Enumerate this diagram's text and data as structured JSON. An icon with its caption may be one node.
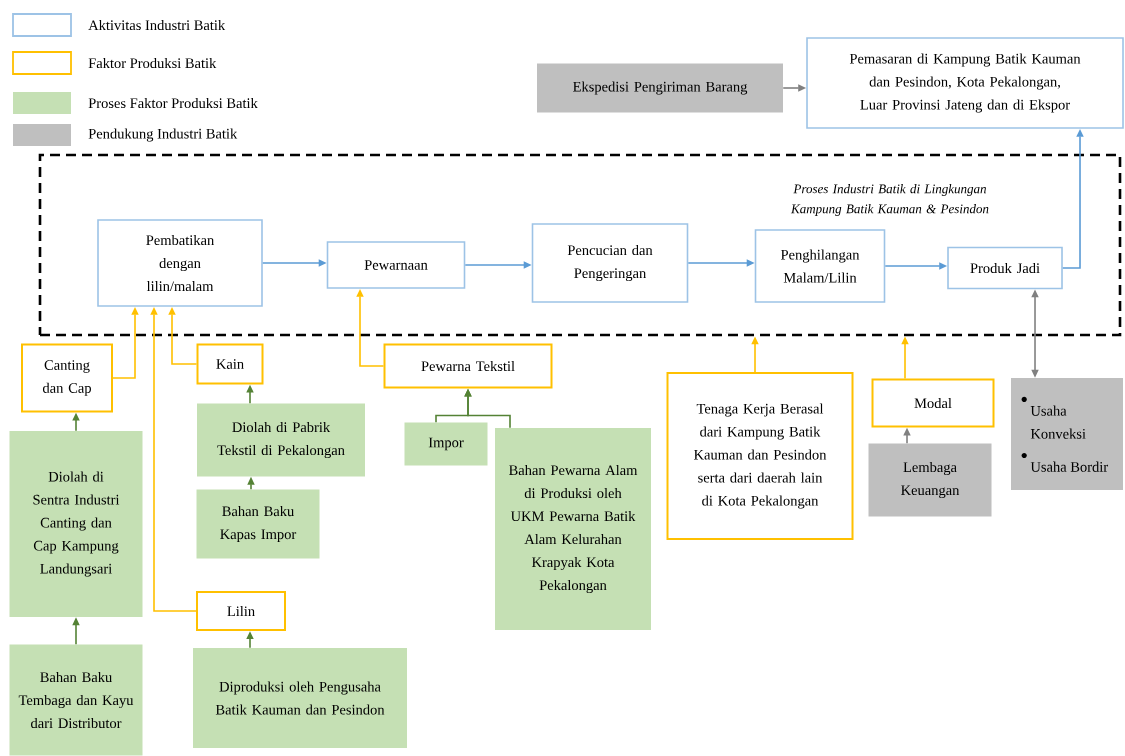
{
  "diagram": {
    "nodes": [
      {
        "text": [
          "Pemasaran di Kampung Batik Kauman dan Pesindon, Kota Pekalongan, Luar Provinsi Jateng dan di Ekspor"
        ]
      },
      {
        "text": [
          "Ekspedisi Pengiriman Barang"
        ]
      },
      {
        "text": [
          "Proses Industri Batik di Lingkungan Kampung Batik Kauman & Pesindon"
        ]
      },
      {
        "text": [
          "Pembatikan dengan lilin/malam"
        ],
        "in": 2
      },
      {
        "text": [
          "Pewarnaan"
        ],
        "in": 2
      },
      {
        "text": [
          "Pencucian dan Pengeringan"
        ],
        "in": 2
      },
      {
        "text": [
          "Penghilangan Malam/Lilin"
        ],
        "in": 2
      },
      {
        "text": [
          "Produk Jadi"
        ],
        "in": 2
      },
      {
        "text": [
          "Canting dan Cap"
        ]
      },
      {
        "text": [
          "Kain"
        ]
      },
      {
        "text": [
          "Pewarna Tekstil"
        ]
      },
      {
        "text": [
          "Tenaga Kerja Berasal dari Kampung Batik Kauman dan Pesindon serta dari daerah lain di Kota Pekalongan"
        ]
      },
      {
        "text": [
          "Modal"
        ]
      },
      {
        "text": [
          "Usaha Konveksi",
          "Usaha Bordir"
        ]
      },
      {
        "text": [
          "Diolah di Sentra Industri Canting dan Cap Kampung Landungsari"
        ]
      },
      {
        "text": [
          "Diolah di Pabrik Tekstil di Pekalongan"
        ]
      },
      {
        "text": [
          "Impor"
        ]
      },
      {
        "text": [
          "Bahan Pewarna Alam di Produksi oleh UKM Pewarna Batik Alam Kelurahan Krapyak Kota Pekalongan"
        ]
      },
      {
        "text": [
          "Lembaga Keuangan"
        ]
      },
      {
        "text": [
          "Bahan Baku Kapas Impor"
        ]
      },
      {
        "text": [
          "Lilin"
        ]
      },
      {
        "text": [
          "Bahan Baku Tembaga dan Kayu dari Distributor"
        ]
      },
      {
        "text": [
          "Diproduksi oleh Pengusaha Batik Kauman dan Pesindon"
        ]
      }
    ],
    "edges": [
      {
        "from": 1,
        "to": 0,
        "arrow": "to",
        "color": "#808080"
      },
      {
        "from": 3,
        "to": 4,
        "arrow": "to",
        "color": "#5b9bd5"
      },
      {
        "from": 4,
        "to": 5,
        "arrow": "to",
        "color": "#5b9bd5"
      },
      {
        "from": 5,
        "to": 6,
        "arrow": "to",
        "color": "#5b9bd5"
      },
      {
        "from": 6,
        "to": 7,
        "arrow": "to",
        "color": "#5b9bd5"
      },
      {
        "from": 7,
        "to": 0,
        "arrow": "to",
        "color": "#5b9bd5"
      },
      {
        "from": 8,
        "to": 3,
        "arrow": "to",
        "color": "#ffc000"
      },
      {
        "from": 9,
        "to": 3,
        "arrow": "to",
        "color": "#ffc000"
      },
      {
        "from": 20,
        "to": 3,
        "arrow": "to",
        "color": "#ffc000"
      },
      {
        "from": 10,
        "to": 4,
        "arrow": "to",
        "color": "#ffc000"
      },
      {
        "from": 11,
        "to": 2,
        "arrow": "to",
        "color": "#ffc000"
      },
      {
        "from": 12,
        "to": 2,
        "arrow": "to",
        "color": "#ffc000"
      },
      {
        "from": 7,
        "to": 13,
        "arrow": "both",
        "color": "#808080"
      },
      {
        "from": 14,
        "to": 8,
        "arrow": "to"
      },
      {
        "from": 15,
        "to": 9,
        "arrow": "to"
      },
      {
        "from": 19,
        "to": 15,
        "arrow": "to"
      },
      {
        "from": 16,
        "to": 10,
        "arrow": "to"
      },
      {
        "from": 17,
        "to": 10,
        "arrow": "to"
      },
      {
        "from": 18,
        "to": 12,
        "arrow": "to",
        "color": "#808080"
      },
      {
        "from": 21,
        "to": 14,
        "arrow": "to"
      },
      {
        "from": 22,
        "to": 20,
        "arrow": "to"
      }
    ],
    "legend": [
      {
        "text": "Aktivitas Industri Batik",
        "color": "#9dc3e6"
      },
      {
        "text": "Faktor Produksi Batik",
        "color": "#ffc000"
      },
      {
        "text": "Proses Faktor Produksi Batik",
        "color": "#c5e0b4"
      },
      {
        "text": "Pendukung Industri Batik",
        "color": "#bfbfbf"
      }
    ]
  }
}
